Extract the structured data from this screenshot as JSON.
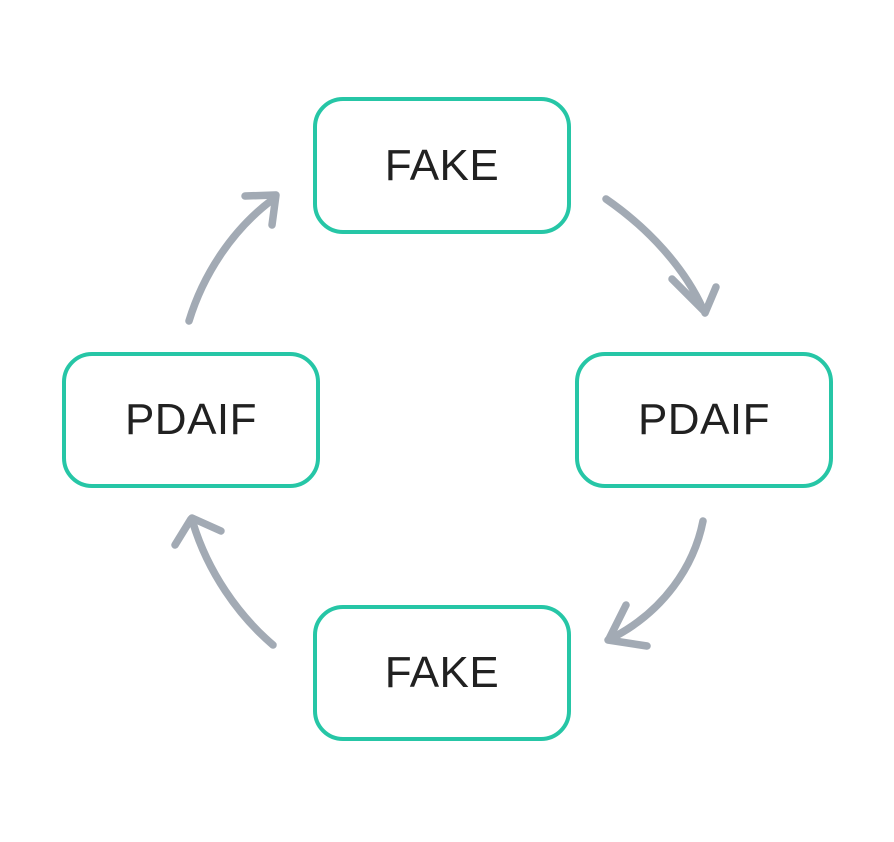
{
  "diagram": {
    "type": "cycle-diagram",
    "shape": "four-node-loop",
    "background_color": "#ffffff",
    "node_border_color": "#26c6a6",
    "node_fill_color": "#ffffff",
    "node_text_color": "#212121",
    "arrow_color": "#a2aab4",
    "nodes": [
      {
        "id": "top",
        "label": "FAKE",
        "position": "top"
      },
      {
        "id": "right",
        "label": "PDAIF",
        "position": "right"
      },
      {
        "id": "bottom",
        "label": "FAKE",
        "position": "bottom"
      },
      {
        "id": "left",
        "label": "PDAIF",
        "position": "left"
      }
    ],
    "arrows": [
      {
        "id": "top-to-right",
        "from": "top",
        "to": "right",
        "direction": "down-right"
      },
      {
        "id": "right-to-bottom",
        "from": "right",
        "to": "bottom",
        "direction": "down-left"
      },
      {
        "id": "bottom-to-left",
        "from": "bottom",
        "to": "left",
        "direction": "up-left"
      },
      {
        "id": "left-to-top",
        "from": "left",
        "to": "top",
        "direction": "up-right"
      }
    ]
  }
}
